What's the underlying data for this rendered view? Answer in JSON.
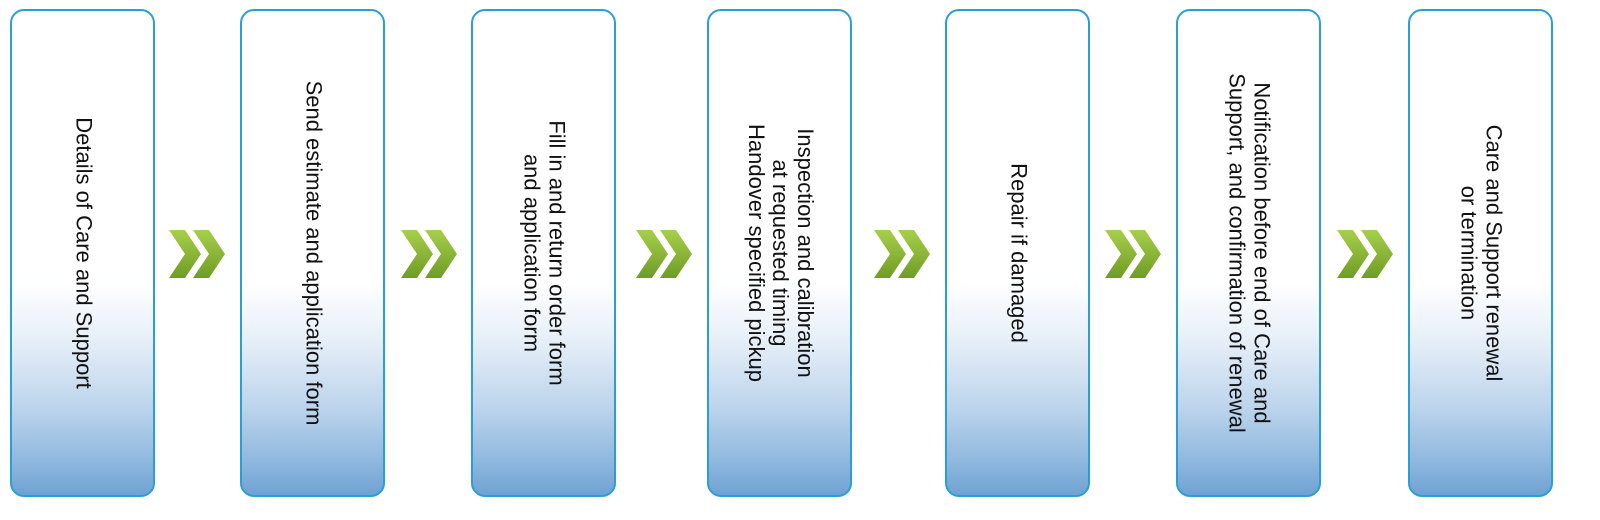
{
  "flow": {
    "steps": [
      {
        "label": "Details of Care and Support"
      },
      {
        "label": "Send estimate and application form"
      },
      {
        "label": "Fill in and return order form\nand application form"
      },
      {
        "label": "Inspection and calibration\nat requested timing\nHandover specified pickup"
      },
      {
        "label": "Repair if damaged"
      },
      {
        "label": "Notification before end of Care and\nSupport, and confirmation of renewal"
      },
      {
        "label": "Care and Support renewal\nor termination"
      }
    ],
    "colors": {
      "box_border": "#2a9fd6",
      "box_gradient_bottom": "#6fa2d2",
      "arrow": "#86b432"
    },
    "connector_icon": "double-chevron-right-icon"
  }
}
